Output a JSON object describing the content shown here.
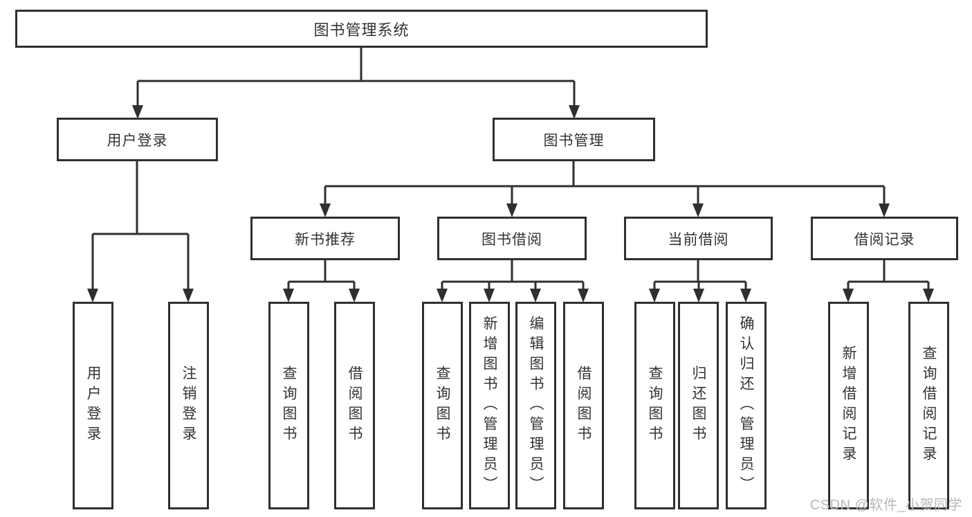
{
  "tree": {
    "root": "图书管理系统",
    "login": {
      "label": "用户登录",
      "children": [
        "用户登录",
        "注销登录"
      ]
    },
    "management": {
      "label": "图书管理",
      "groups": [
        {
          "label": "新书推荐",
          "children": [
            "查询图书",
            "借阅图书"
          ]
        },
        {
          "label": "图书借阅",
          "children": [
            "查询图书",
            "新增图书（管理员）",
            "编辑图书（管理员）",
            "借阅图书"
          ]
        },
        {
          "label": "当前借阅",
          "children": [
            "查询图书",
            "归还图书",
            "确认归还（管理员）"
          ]
        },
        {
          "label": "借阅记录",
          "children": [
            "新增借阅记录",
            "查询借阅记录"
          ]
        }
      ]
    }
  },
  "watermark": {
    "text": "CSDN @软件_小贺同学"
  },
  "colors": {
    "line": "#2f2f2f",
    "text": "#333333",
    "watermark_text": "#b4b8bd",
    "background": "#ffffff"
  }
}
